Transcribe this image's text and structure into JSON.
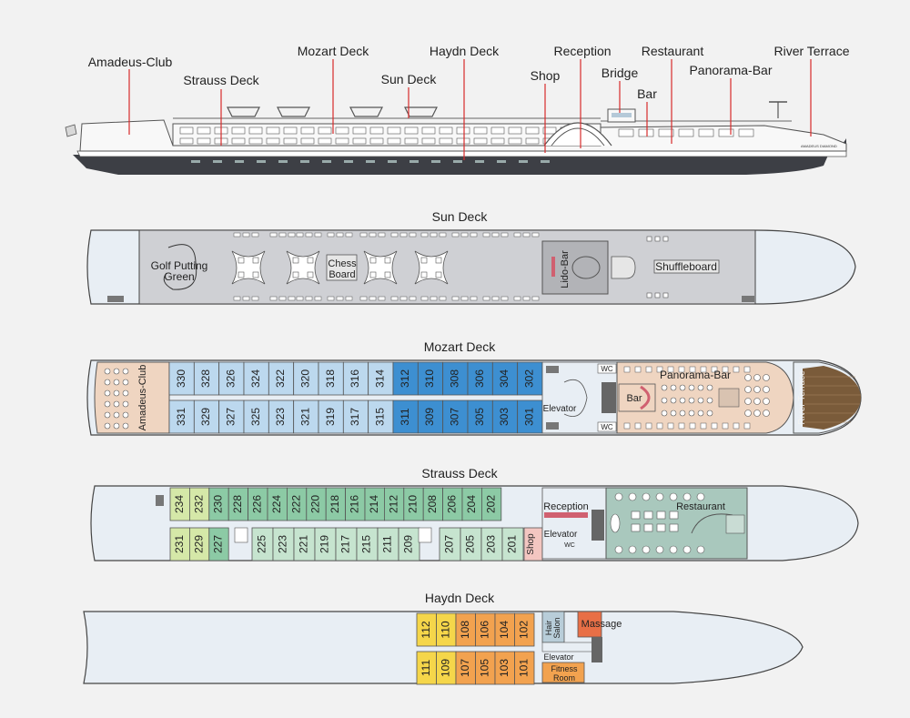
{
  "profile_labels": {
    "amadeus_club": "Amadeus-Club",
    "strauss_deck": "Strauss Deck",
    "mozart_deck": "Mozart Deck",
    "sun_deck": "Sun Deck",
    "haydn_deck": "Haydn Deck",
    "shop": "Shop",
    "reception": "Reception",
    "bridge": "Bridge",
    "bar": "Bar",
    "restaurant": "Restaurant",
    "panorama_bar": "Panorama-Bar",
    "river_terrace": "River Terrace"
  },
  "sun_deck": {
    "title": "Sun Deck",
    "golf_line1": "Golf Putting",
    "golf_line2": "Green",
    "chess_line1": "Chess",
    "chess_line2": "Board",
    "lido_bar": "Lido-Bar",
    "shuffleboard": "Shuffleboard"
  },
  "mozart_deck": {
    "title": "Mozart Deck",
    "amadeus_club": "Amadeus-Club",
    "top_cabins": [
      "330",
      "328",
      "326",
      "324",
      "322",
      "320",
      "318",
      "316",
      "314",
      "312",
      "310",
      "308",
      "306",
      "304",
      "302"
    ],
    "bottom_cabins": [
      "331",
      "329",
      "327",
      "325",
      "323",
      "321",
      "319",
      "317",
      "315",
      "311",
      "309",
      "307",
      "305",
      "303",
      "301"
    ],
    "wc_top": "WC",
    "wc_bottom": "WC",
    "elevator": "Elevator",
    "bar": "Bar",
    "panorama_bar": "Panorama-Bar",
    "river_terrace": "River Terrace"
  },
  "strauss_deck": {
    "title": "Strauss Deck",
    "top_cabins": [
      "234",
      "232",
      "230",
      "228",
      "226",
      "224",
      "222",
      "220",
      "218",
      "216",
      "214",
      "212",
      "210",
      "208",
      "206",
      "204",
      "202"
    ],
    "bottom_left_cabins": [
      "231",
      "229",
      "227"
    ],
    "bottom_mid_cabins": [
      "225",
      "223",
      "221",
      "219",
      "217",
      "215",
      "211",
      "209"
    ],
    "bottom_right_cabins": [
      "207",
      "205",
      "203",
      "201"
    ],
    "shop": "Shop",
    "reception": "Reception",
    "elevator": "Elevator",
    "wc": "WC",
    "restaurant": "Restaurant"
  },
  "haydn_deck": {
    "title": "Haydn Deck",
    "top_cabins": [
      "112",
      "110",
      "108",
      "106",
      "104",
      "102"
    ],
    "bottom_cabins": [
      "111",
      "109",
      "107",
      "105",
      "103",
      "101"
    ],
    "hair_salon_1": "Hair",
    "hair_salon_2": "Salon",
    "massage": "Massage",
    "elevator": "Elevator",
    "fitness_1": "Fitness",
    "fitness_2": "Room"
  },
  "colors": {
    "background": "#f2f2f2",
    "hull": "#e8eef4",
    "cabin_light_blue": "#bcd8ee",
    "cabin_blue": "#3d8fd1",
    "cabin_light_green": "#c6e4cf",
    "cabin_green": "#8ccaa5",
    "cabin_yellow": "#f5d64a",
    "cabin_orange": "#f2a24f",
    "massage_red": "#e86f46",
    "lounge_peach": "#efd5c1",
    "restaurant_teal": "#a9c8bd",
    "deck_brown": "#7a5b3a",
    "leader_red": "#d72a2a"
  }
}
